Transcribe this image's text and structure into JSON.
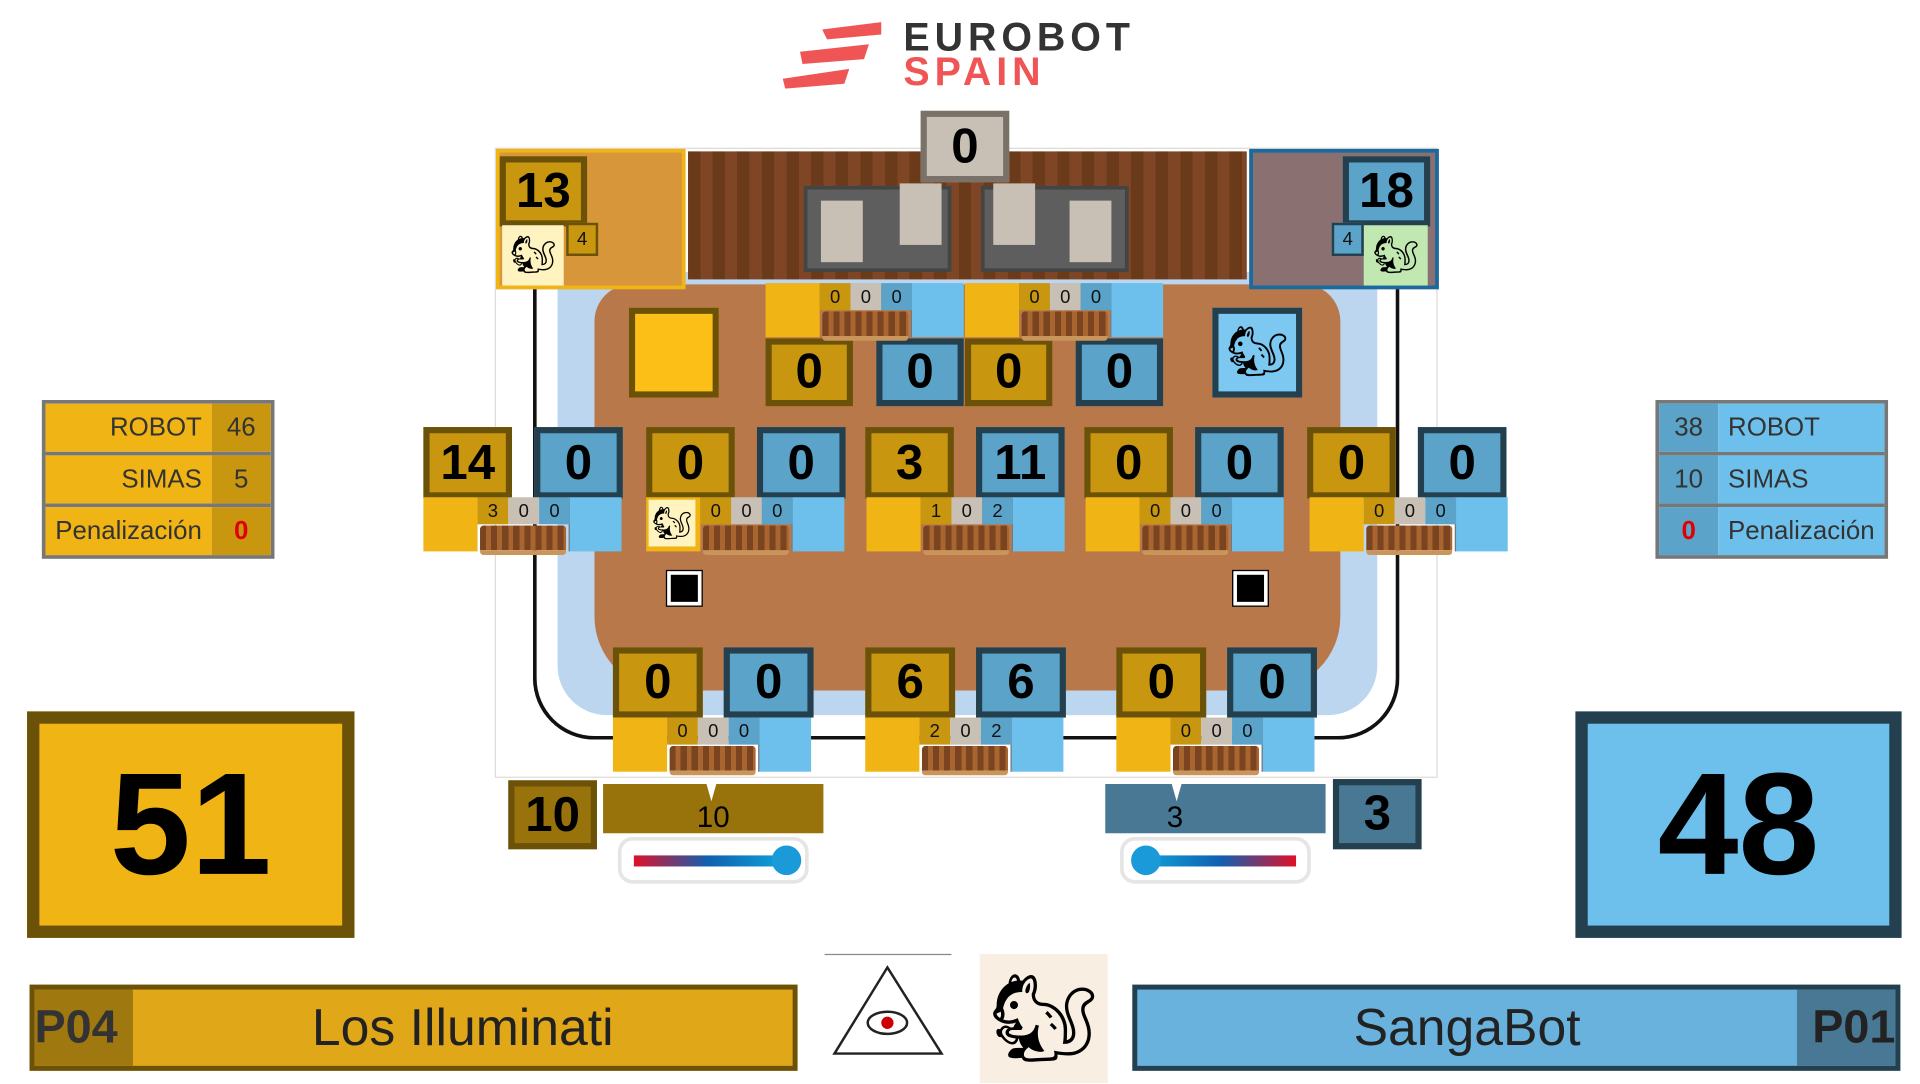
{
  "logo": {
    "line1": "EUROBOT",
    "line2": "SPAIN"
  },
  "colors": {
    "yellow": "#f0b414",
    "yellow_dark": "#c8960f",
    "blue": "#6ec0ec",
    "blue_dark": "#5ba3c8",
    "penalty": "#e00000"
  },
  "field": {
    "top_center_score": "0",
    "yellow_nest": {
      "score": "13",
      "small": "4"
    },
    "blue_nest": {
      "score": "18",
      "small": "4"
    },
    "top_row": {
      "boxes": [
        "0",
        "0",
        "0",
        "0"
      ],
      "counters": [
        [
          "0",
          "0",
          "0"
        ],
        [
          "0",
          "0",
          "0"
        ]
      ]
    },
    "middle_row": {
      "boxes": [
        "14",
        "0",
        "0",
        "0",
        "3",
        "11",
        "0",
        "0",
        "0",
        "0"
      ],
      "counters": [
        [
          "3",
          "0",
          "0"
        ],
        [
          "0",
          "0",
          "0"
        ],
        [
          "1",
          "0",
          "2"
        ],
        [
          "0",
          "0",
          "0"
        ],
        [
          "0",
          "0",
          "0"
        ]
      ]
    },
    "bottom_row": {
      "boxes": [
        "0",
        "0",
        "6",
        "6",
        "0",
        "0"
      ],
      "counters": [
        [
          "0",
          "0",
          "0"
        ],
        [
          "2",
          "0",
          "2"
        ],
        [
          "0",
          "0",
          "0"
        ]
      ]
    }
  },
  "yellow": {
    "breakdown": [
      {
        "label": "ROBOT",
        "value": "46"
      },
      {
        "label": "SIMAS",
        "value": "5"
      },
      {
        "label": "Penalización",
        "value": "0"
      }
    ],
    "total": "51",
    "side_score": "10",
    "bar_value": "10",
    "code": "P04",
    "name": "Los Illuminati"
  },
  "blue": {
    "breakdown": [
      {
        "label": "ROBOT",
        "value": "38"
      },
      {
        "label": "SIMAS",
        "value": "10"
      },
      {
        "label": "Penalización",
        "value": "0"
      }
    ],
    "total": "48",
    "side_score": "3",
    "bar_value": "3",
    "code": "P01",
    "name": "SangaBot"
  }
}
